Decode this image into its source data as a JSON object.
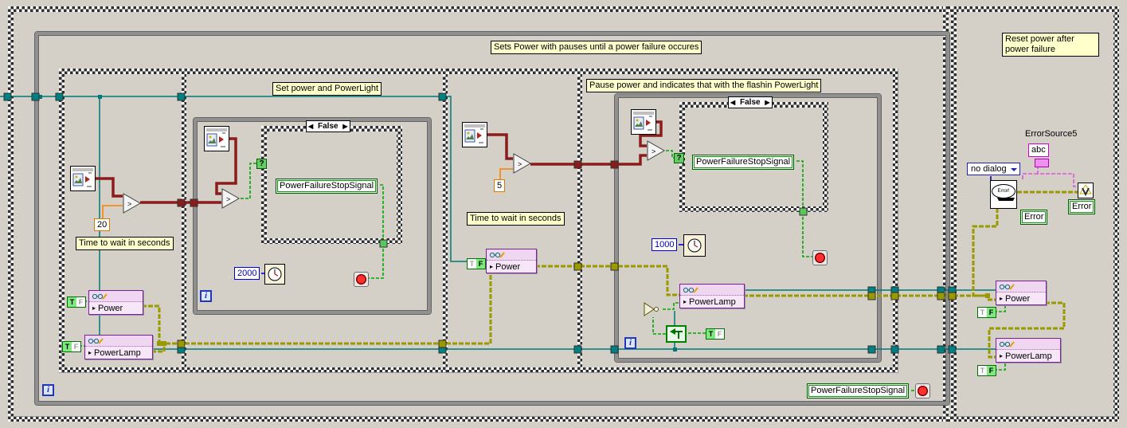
{
  "comments": {
    "main": "Sets Power with pauses until a power failure occures",
    "set_power": "Set power and PowerLight",
    "pause_power": "Pause power and indicates that with the flashin PowerLight",
    "reset_power": "Reset power after power failure",
    "time_to_wait": "Time to wait in seconds"
  },
  "structures": {
    "case_selector_value": "False",
    "case_selector_terminal": "?",
    "loop_iterator": "i"
  },
  "constants": {
    "wait_seconds_1": "20",
    "wait_seconds_2": "5",
    "wait_ms_1": "2000",
    "wait_ms_2": "1000",
    "bool_true": "T",
    "bool_false": "F",
    "string_sample": "abc",
    "dialog_mode": "no dialog"
  },
  "signals": {
    "power_failure_stop": "PowerFailureStopSignal",
    "error_label": "Error",
    "error_source_label": "ErrorSource5",
    "error_dialog_text": "Error!"
  },
  "properties": {
    "power": "Power",
    "power_lamp": "PowerLamp"
  },
  "nodes": {
    "comparison_glyph": ">"
  },
  "colors": {
    "background": "#d4d0c8",
    "comment_bg": "#ffffcc",
    "wire_reference": "#007878",
    "wire_boolean": "#00a800",
    "wire_error": "#9a9a00",
    "wire_numeric_int": "#0000dd",
    "wire_numeric_float": "#ff8000",
    "wire_cluster": "#8a1c1c",
    "wire_string": "#dd55dd"
  }
}
